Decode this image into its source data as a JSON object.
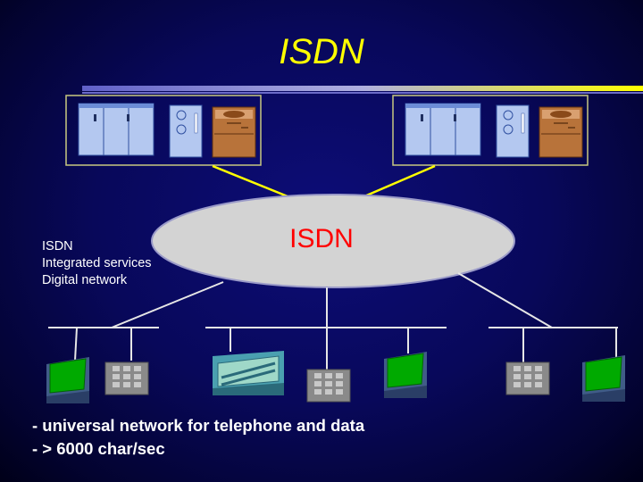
{
  "slide": {
    "title": "ISDN",
    "cloud_label": "ISDN",
    "side_label": {
      "line1": "ISDN",
      "line2": "Integrated services",
      "line3": "Digital network"
    },
    "bullets": [
      "- universal network for telephone and data",
      "- > 6000 char/sec"
    ]
  },
  "colors": {
    "background": "#08085a",
    "title": "#ffff00",
    "cloud_fill": "#d3d3d3",
    "cloud_label": "#ff0000",
    "link_yellow": "#ffff00",
    "terminal_green": "#00aa00",
    "phone_gray": "#8a8a8a",
    "exchange_blue": "#b4c8f0",
    "exchange_brown": "#b8733a"
  },
  "icons": {
    "exchange": "isdn-exchange-cabinet-icon",
    "terminal": "computer-terminal-icon",
    "telephone": "keypad-telephone-icon",
    "fax": "fax-machine-icon"
  }
}
